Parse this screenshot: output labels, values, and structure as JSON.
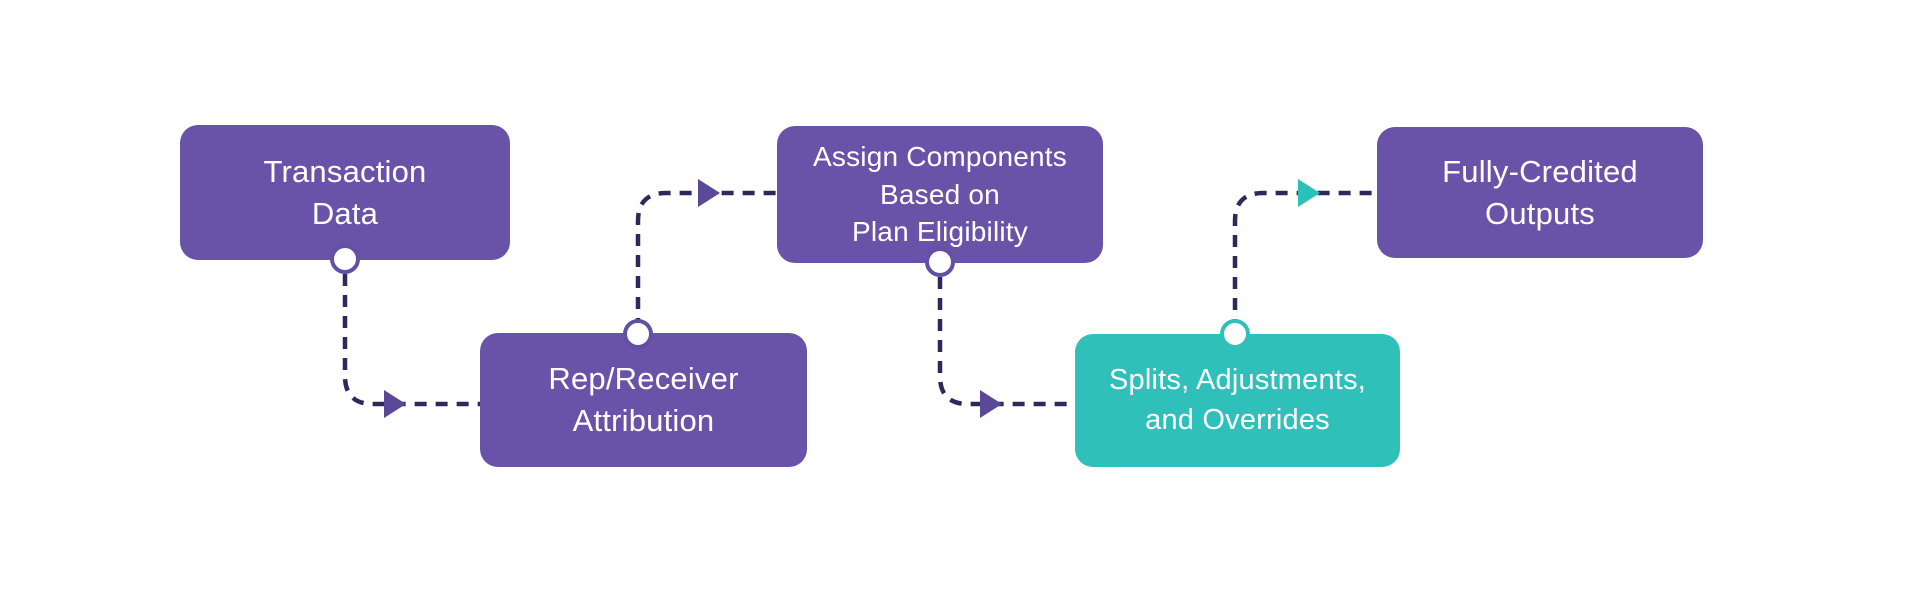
{
  "diagram": {
    "colors": {
      "background": "#FFFFFF",
      "node_purple": "#6853A8",
      "node_teal": "#2FC0BA",
      "node_text": "#FFFFFF",
      "connector_line": "#2C2A5C",
      "arrow_purple": "#5B4899",
      "arrow_teal": "#2BC1BA",
      "dot_purple": "#6150A3",
      "dot_teal": "#2FC0BA",
      "dot_fill": "#FFFFFF"
    },
    "nodes": [
      {
        "id": "transaction-data",
        "label": "Transaction\nData",
        "color": "purple"
      },
      {
        "id": "rep-receiver-attribution",
        "label": "Rep/Receiver\nAttribution",
        "color": "purple"
      },
      {
        "id": "assign-components",
        "label": "Assign Components\nBased on\nPlan Eligibility",
        "color": "purple"
      },
      {
        "id": "splits-adjustments-overrides",
        "label": "Splits, Adjustments,\nand Overrides",
        "color": "teal"
      },
      {
        "id": "fully-credited-outputs",
        "label": "Fully-Credited\nOutputs",
        "color": "purple"
      }
    ],
    "connections": [
      {
        "from": "transaction-data",
        "to": "rep-receiver-attribution",
        "style": "dashed",
        "arrow": "purple"
      },
      {
        "from": "rep-receiver-attribution",
        "to": "assign-components",
        "style": "dashed",
        "arrow": "purple"
      },
      {
        "from": "assign-components",
        "to": "splits-adjustments-overrides",
        "style": "dashed",
        "arrow": "purple"
      },
      {
        "from": "splits-adjustments-overrides",
        "to": "fully-credited-outputs",
        "style": "dashed",
        "arrow": "teal"
      }
    ]
  }
}
